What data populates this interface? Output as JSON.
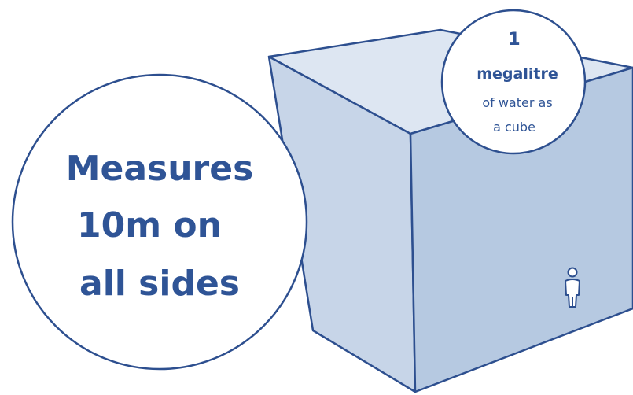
{
  "callout": {
    "lines": [
      "Measures",
      "10m on",
      "all sides"
    ]
  },
  "badge": {
    "number": "1",
    "unit": "megalitre",
    "line1": "of water as",
    "line2": "a cube"
  },
  "colors": {
    "primary": "#2f5496",
    "cube_top": "#dde6f2",
    "cube_left": "#c7d5e8",
    "cube_right": "#b6c9e1",
    "outline": "#2d4f8f"
  },
  "icons": {
    "person": "person-icon"
  }
}
